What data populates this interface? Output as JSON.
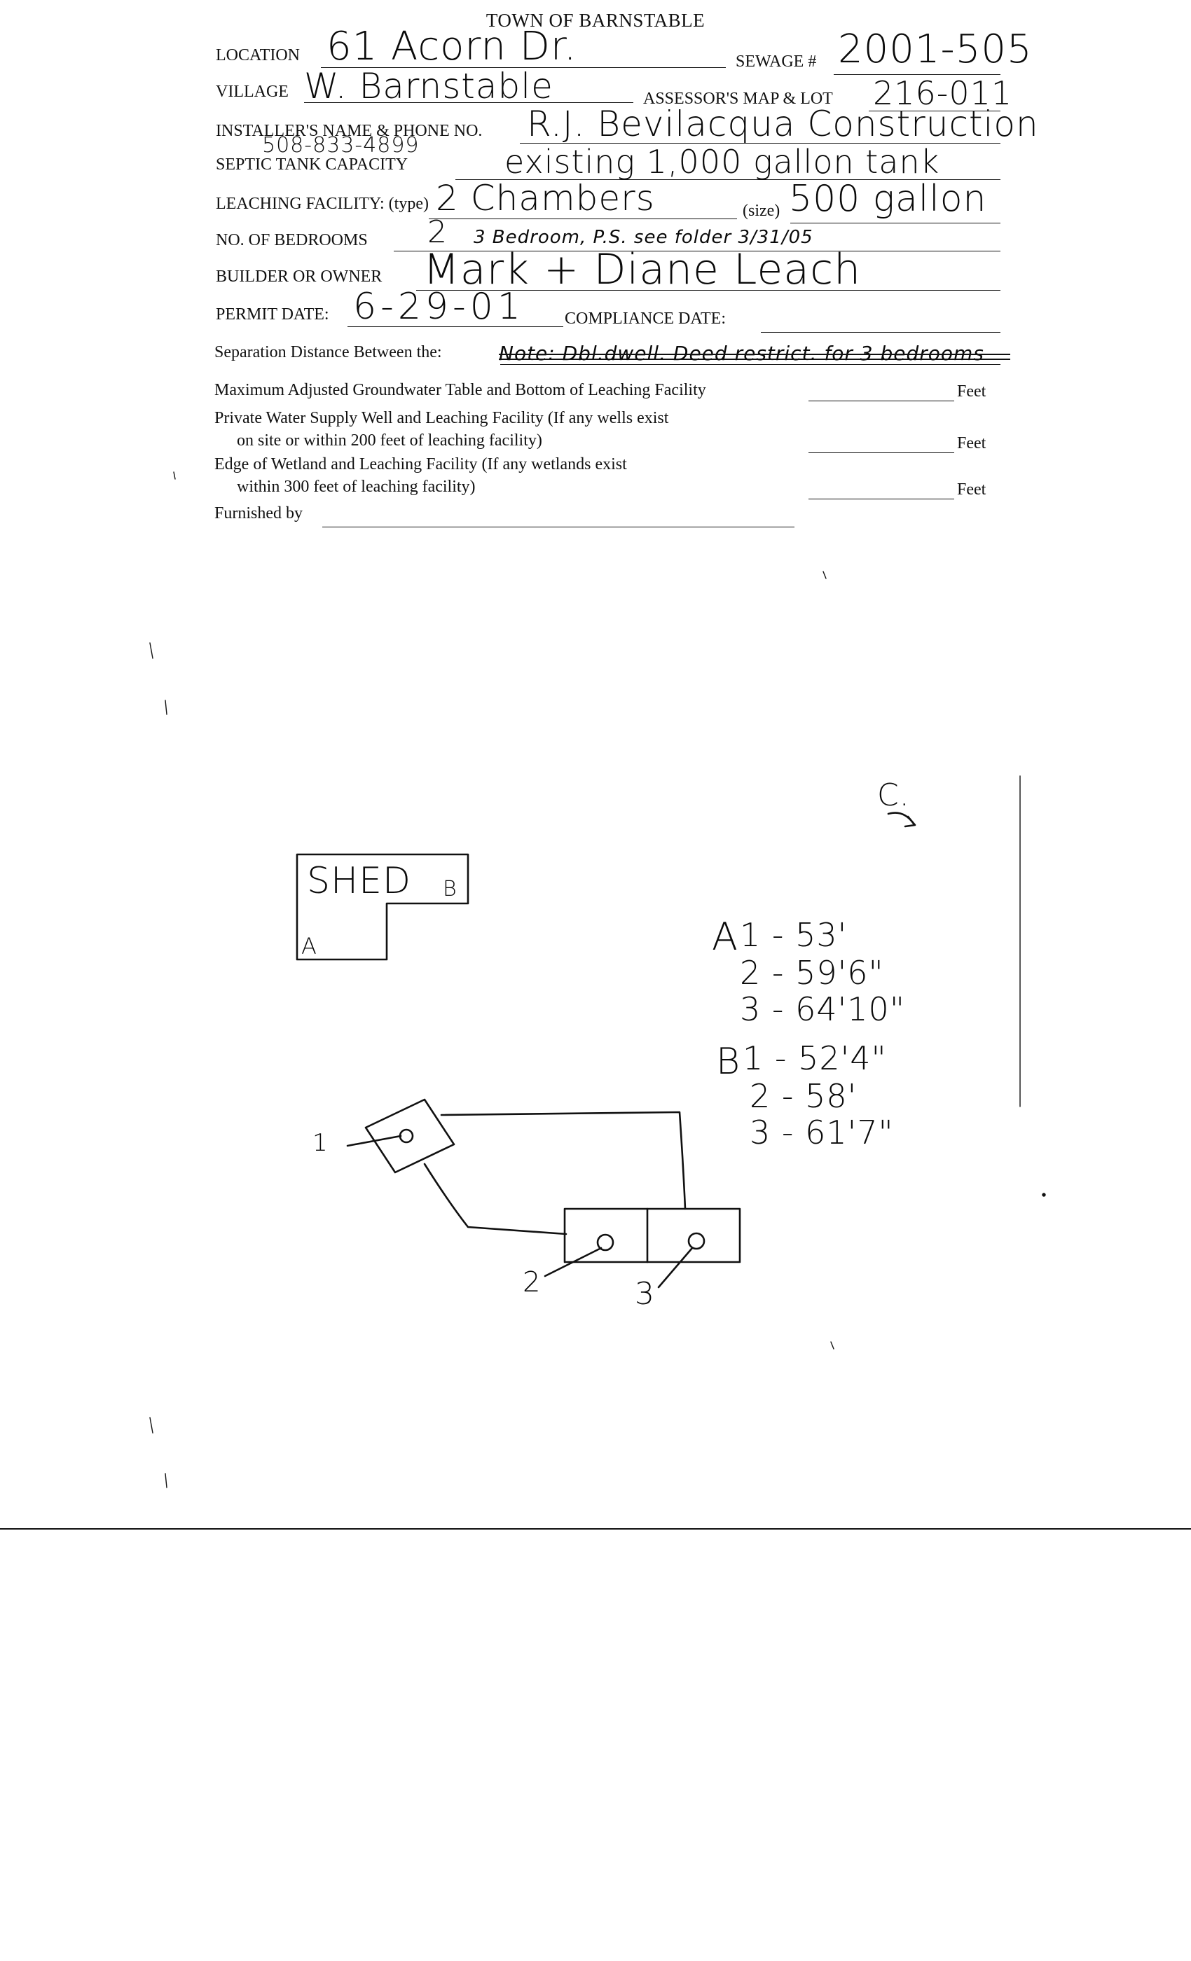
{
  "header": {
    "title": "TOWN OF BARNSTABLE"
  },
  "labels": {
    "location": "LOCATION",
    "sewage": "SEWAGE #",
    "village": "VILLAGE",
    "assessor": "ASSESSOR'S MAP & LOT",
    "installer": "INSTALLER'S NAME & PHONE NO.",
    "septic": "SEPTIC TANK CAPACITY",
    "leaching": "LEACHING FACILITY: (type)",
    "size": "(size)",
    "bedrooms": "NO. OF BEDROOMS",
    "owner": "BUILDER OR OWNER",
    "permit_date": "PERMIT DATE:",
    "compliance": "COMPLIANCE DATE:",
    "separation": "Separation Distance Between the:",
    "groundwater": "Maximum Adjusted Groundwater Table and Bottom of Leaching Facility",
    "well_1": "Private Water Supply Well and Leaching Facility  (If any wells exist",
    "well_2": "on site or within 200 feet of leaching facility)",
    "wetland_1": "Edge of Wetland and Leaching Facility (If any wetlands exist",
    "wetland_2": "within 300 feet of leaching facility)",
    "furnished": "Furnished by",
    "feet": "Feet"
  },
  "values": {
    "location": "61 Acorn Dr.",
    "sewage": "2001-505",
    "village": "W. Barnstable",
    "map_lot": "216-011",
    "installer": "R.J. Bevilacqua Construction",
    "phone": "508-833-4899",
    "septic": "existing 1,000 gallon tank",
    "leaching_type": "2 Chambers",
    "leaching_size": "500 gallon",
    "bedrooms_struck": "2",
    "bedrooms_note": "3 Bedroom, P.S. see folder 3/31/05",
    "owner": "Mark + Diane Leach",
    "permit_date": "6-29-01",
    "separation_note_struck": "Note: Dbl.dwell. Deed restrict. for 3 bedrooms"
  },
  "sketch": {
    "corner_mark": "C.",
    "shed": {
      "label": "SHED",
      "corner_a": "A",
      "corner_b": "B"
    },
    "points": {
      "p1": "1",
      "p2": "2",
      "p3": "3"
    },
    "measurements_a": {
      "header": "A",
      "rows": [
        "1 - 53'",
        "2 - 59'6\"",
        "3 - 64'10\""
      ]
    },
    "measurements_b": {
      "header": "B",
      "rows": [
        "1 - 52'4\"",
        "2 - 58'",
        "3 - 61'7\""
      ]
    }
  }
}
